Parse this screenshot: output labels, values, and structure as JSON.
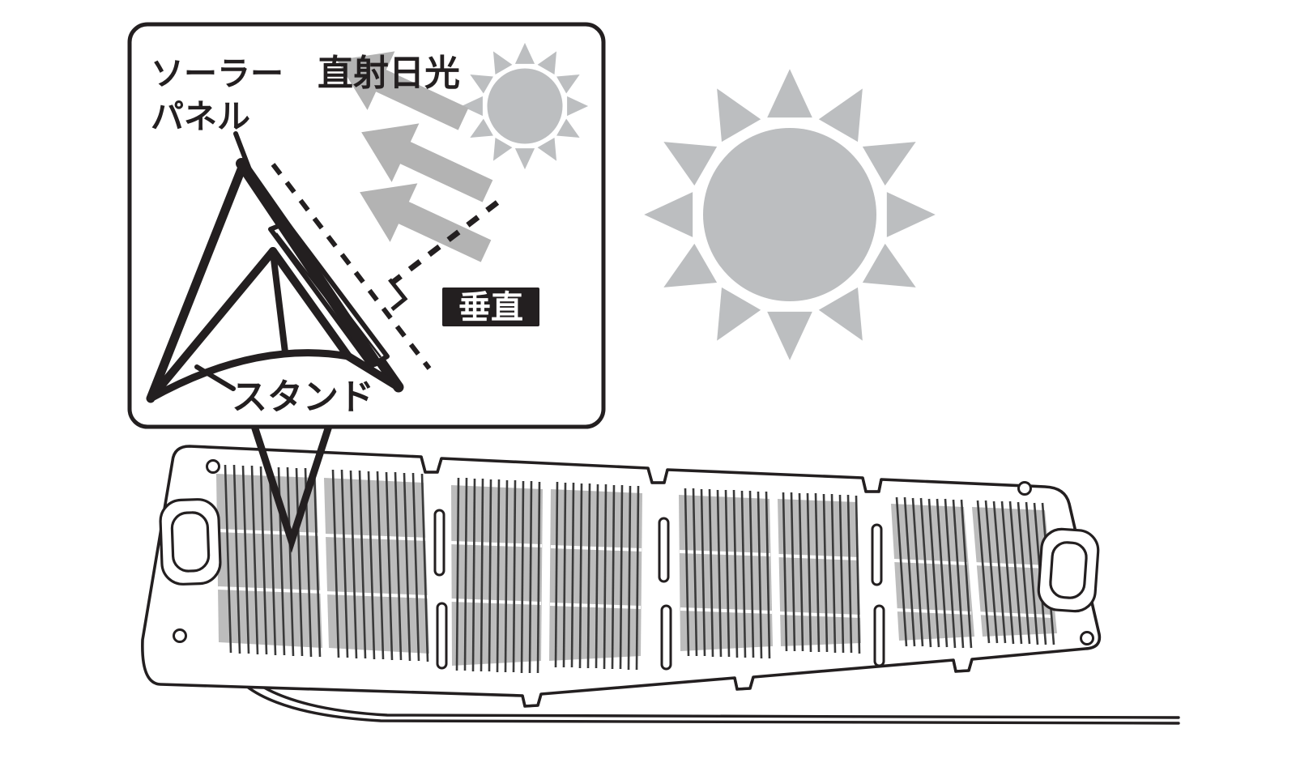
{
  "figure": {
    "kind": "instruction-illustration",
    "subject": "portable folding solar panel placement",
    "background_color": "#FFFFFF"
  },
  "colors": {
    "ink": "#231F20",
    "sun_gray": "#BCBEC0",
    "arrow_gray": "#B3B3B3",
    "cell_gray": "#BCBCBC",
    "cell_line": "#3A3A3A",
    "badge_bg": "#231F20",
    "badge_text": "#FFFFFF"
  },
  "inset": {
    "name": "detail-callout-box",
    "labels": {
      "solar_panel": "ソーラー\nパネル",
      "solar_panel_line1": "ソーラー",
      "solar_panel_line2": "パネル",
      "direct_sunlight": "直射日光",
      "stand": "スタンド"
    },
    "badge": {
      "text": "垂直",
      "meaning": "perpendicular"
    },
    "sun": {
      "name": "sun-icon-small",
      "rays": 12
    },
    "sunlight_arrows": 3,
    "dashed_lines": {
      "panel_normal_axis": "dashed",
      "incident_ray": "dashed",
      "right_angle_marker": "square"
    }
  },
  "main_sun": {
    "name": "sun-icon-large",
    "rays": 12
  },
  "panel": {
    "name": "folding-solar-panel",
    "fold_segments": 4,
    "cell_columns_per_segment": 2,
    "cell_rows": 3,
    "fingers_per_column": 11,
    "handles": 2,
    "eyelets": 4,
    "fold_slots": 6,
    "cable": "output-cable"
  }
}
